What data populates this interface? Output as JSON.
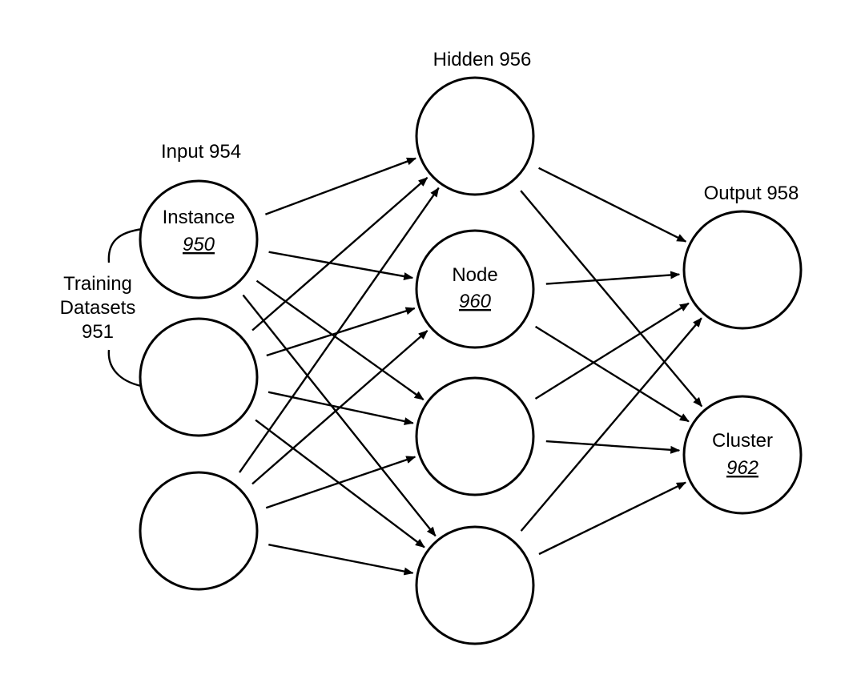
{
  "layers": {
    "input": {
      "label": "Input 954",
      "nodes": [
        {
          "id": "in-0",
          "name": "Instance",
          "ref": "950"
        },
        {
          "id": "in-1",
          "name": "",
          "ref": ""
        },
        {
          "id": "in-2",
          "name": "",
          "ref": ""
        }
      ]
    },
    "hidden": {
      "label": "Hidden 956",
      "nodes": [
        {
          "id": "hid-0",
          "name": "",
          "ref": ""
        },
        {
          "id": "hid-1",
          "name": "Node",
          "ref": "960"
        },
        {
          "id": "hid-2",
          "name": "",
          "ref": ""
        },
        {
          "id": "hid-3",
          "name": "",
          "ref": ""
        }
      ]
    },
    "output": {
      "label": "Output 958",
      "nodes": [
        {
          "id": "out-0",
          "name": "",
          "ref": ""
        },
        {
          "id": "out-1",
          "name": "Cluster",
          "ref": "962"
        }
      ]
    }
  },
  "training": {
    "line1": "Training",
    "line2": "Datasets",
    "line3": "951"
  },
  "edges": [
    [
      "in-0",
      "hid-0"
    ],
    [
      "in-0",
      "hid-1"
    ],
    [
      "in-0",
      "hid-2"
    ],
    [
      "in-0",
      "hid-3"
    ],
    [
      "in-1",
      "hid-0"
    ],
    [
      "in-1",
      "hid-1"
    ],
    [
      "in-1",
      "hid-2"
    ],
    [
      "in-1",
      "hid-3"
    ],
    [
      "in-2",
      "hid-0"
    ],
    [
      "in-2",
      "hid-1"
    ],
    [
      "in-2",
      "hid-2"
    ],
    [
      "in-2",
      "hid-3"
    ],
    [
      "hid-0",
      "out-0"
    ],
    [
      "hid-0",
      "out-1"
    ],
    [
      "hid-1",
      "out-0"
    ],
    [
      "hid-1",
      "out-1"
    ],
    [
      "hid-2",
      "out-0"
    ],
    [
      "hid-2",
      "out-1"
    ],
    [
      "hid-3",
      "out-0"
    ],
    [
      "hid-3",
      "out-1"
    ]
  ]
}
